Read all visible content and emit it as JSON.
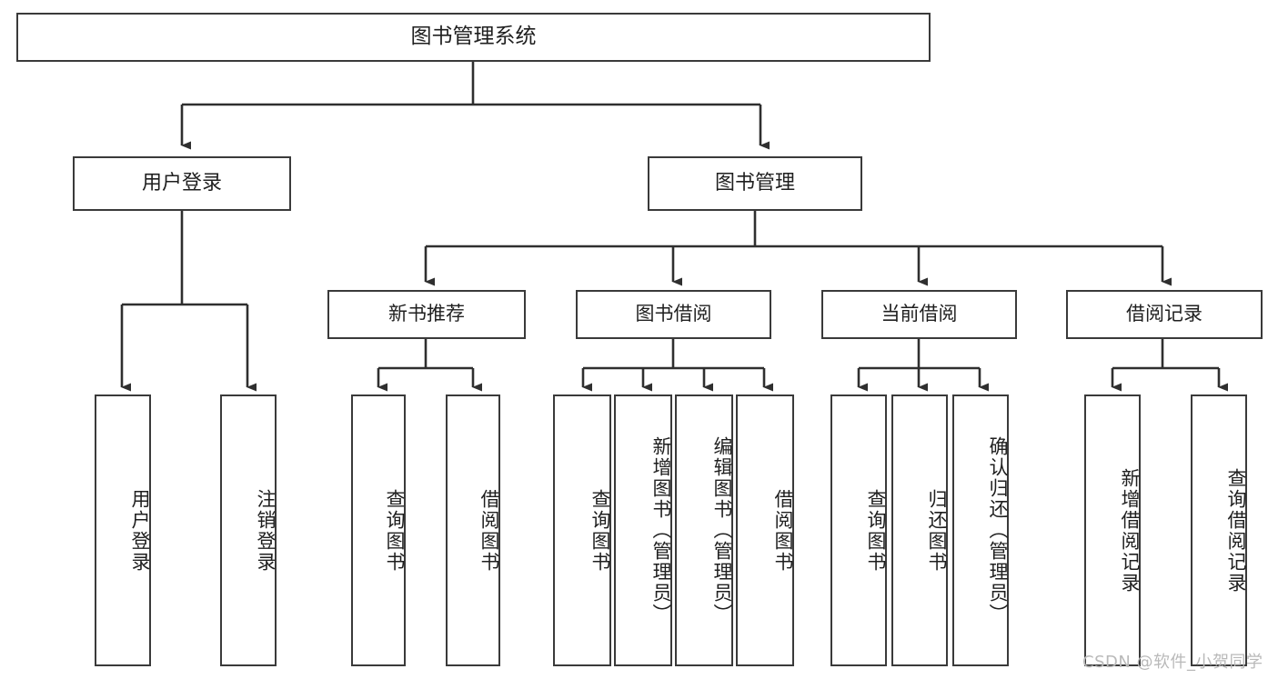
{
  "diagram": {
    "type": "tree-hierarchy",
    "title": "图书管理系统",
    "root": {
      "label": "图书管理系统"
    },
    "level1": [
      {
        "label": "用户登录"
      },
      {
        "label": "图书管理"
      }
    ],
    "level2": [
      {
        "label": "新书推荐"
      },
      {
        "label": "图书借阅"
      },
      {
        "label": "当前借阅"
      },
      {
        "label": "借阅记录"
      }
    ],
    "leaves": {
      "user_login": [
        {
          "label": "用户登录"
        },
        {
          "label": "注销登录"
        }
      ],
      "new_book_recommend": [
        {
          "label": "查询图书"
        },
        {
          "label": "借阅图书"
        }
      ],
      "book_borrow": [
        {
          "label": "查询图书"
        },
        {
          "label": "新增图书（管理员）"
        },
        {
          "label": "编辑图书（管理员）"
        },
        {
          "label": "借阅图书"
        }
      ],
      "current_borrow": [
        {
          "label": "查询图书"
        },
        {
          "label": "归还图书"
        },
        {
          "label": "确认归还（管理员）"
        }
      ],
      "borrow_record": [
        {
          "label": "新增借阅记录"
        },
        {
          "label": "查询借阅记录"
        }
      ]
    }
  },
  "watermark": {
    "text": "CSDN @软件_小贺同学"
  },
  "colors": {
    "box_border": "#3a3a3a",
    "line": "#2f2f2f",
    "background": "#ffffff",
    "text": "#1f1f1f",
    "watermark": "#b9b9b9"
  }
}
